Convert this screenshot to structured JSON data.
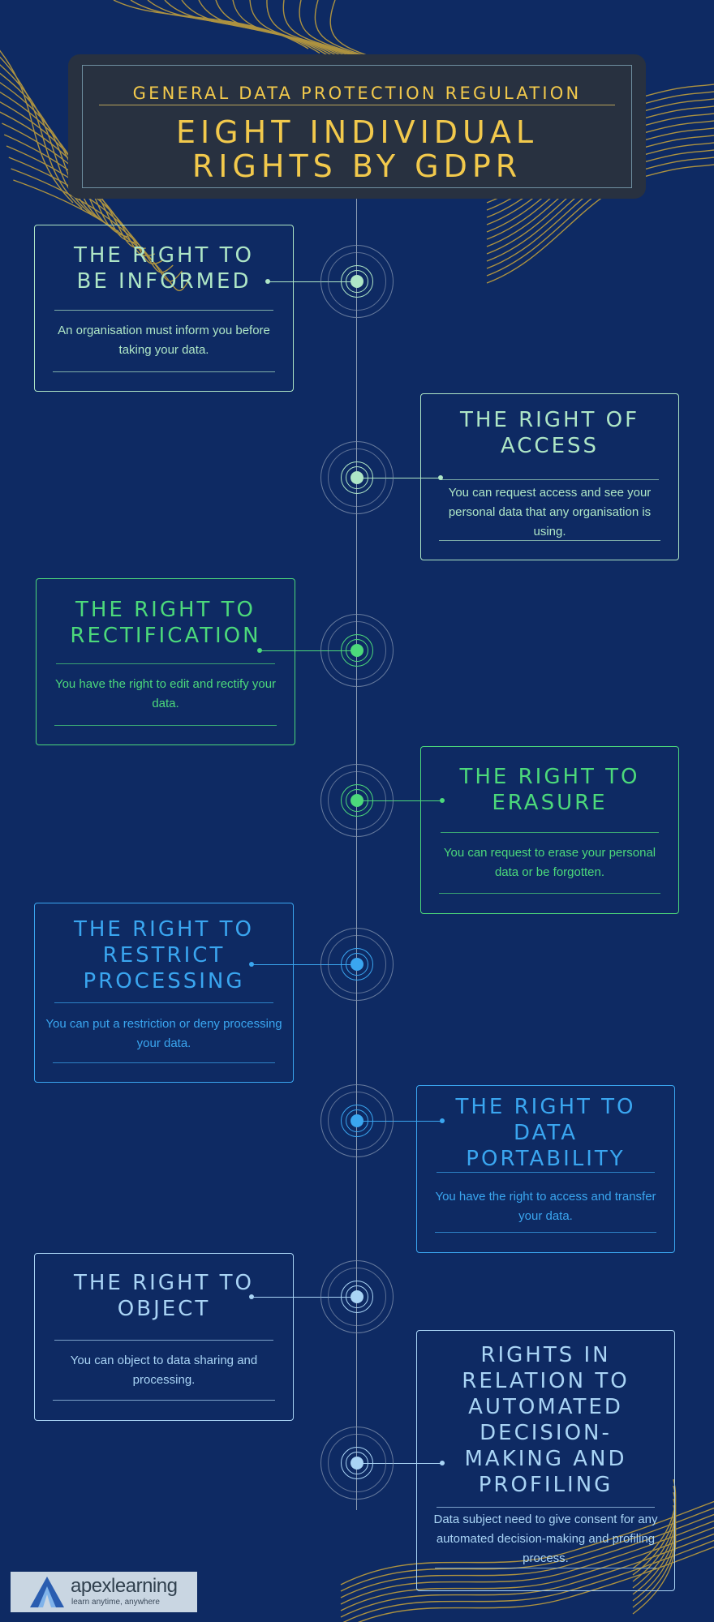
{
  "header": {
    "subtitle": "GENERAL DATA PROTECTION REGULATION",
    "title_line1": "EIGHT INDIVIDUAL",
    "title_line2": "RIGHTS BY GDPR"
  },
  "colors": {
    "background": "#0e2a63",
    "accent_gold": "#f2c94c",
    "mint": "#aee6c6",
    "green": "#4cd97b",
    "blue": "#3aa6f0",
    "light_blue": "#a9d4f5"
  },
  "rights": [
    {
      "title_lines": [
        "THE RIGHT TO",
        "BE INFORMED"
      ],
      "desc": "An organisation must inform you before taking your data.",
      "color": "#aee6c6",
      "side": "left"
    },
    {
      "title_lines": [
        "THE RIGHT OF",
        "ACCESS"
      ],
      "desc": "You can request access and see your personal data that any organisation is using.",
      "color": "#aee6c6",
      "side": "right"
    },
    {
      "title_lines": [
        "THE RIGHT TO",
        "RECTIFICATION"
      ],
      "desc": "You have the right to edit and rectify your data.",
      "color": "#4cd97b",
      "side": "left"
    },
    {
      "title_lines": [
        "THE RIGHT TO",
        "ERASURE"
      ],
      "desc": "You can request to erase your personal data or be forgotten.",
      "color": "#4cd97b",
      "side": "right"
    },
    {
      "title_lines": [
        "THE RIGHT TO",
        "RESTRICT",
        "PROCESSING"
      ],
      "desc": "You can put a restriction or deny processing your data.",
      "color": "#3aa6f0",
      "side": "left"
    },
    {
      "title_lines": [
        "THE RIGHT TO",
        "DATA",
        "PORTABILITY"
      ],
      "desc": "You have the right to access and transfer your data.",
      "color": "#3aa6f0",
      "side": "right"
    },
    {
      "title_lines": [
        "THE RIGHT TO",
        "OBJECT"
      ],
      "desc": "You can object to data sharing and processing.",
      "color": "#a9d4f5",
      "side": "left"
    },
    {
      "title_lines": [
        "RIGHTS IN",
        "RELATION TO",
        "AUTOMATED",
        "DECISION-",
        "MAKING AND",
        "PROFILING"
      ],
      "desc": "Data subject need to give consent for any automated decision-making and profiling process.",
      "color": "#a9d4f5",
      "side": "right"
    }
  ],
  "logo": {
    "name": "apexlearning",
    "tagline": "learn anytime, anywhere",
    "icon": "apex-triangle-logo"
  }
}
